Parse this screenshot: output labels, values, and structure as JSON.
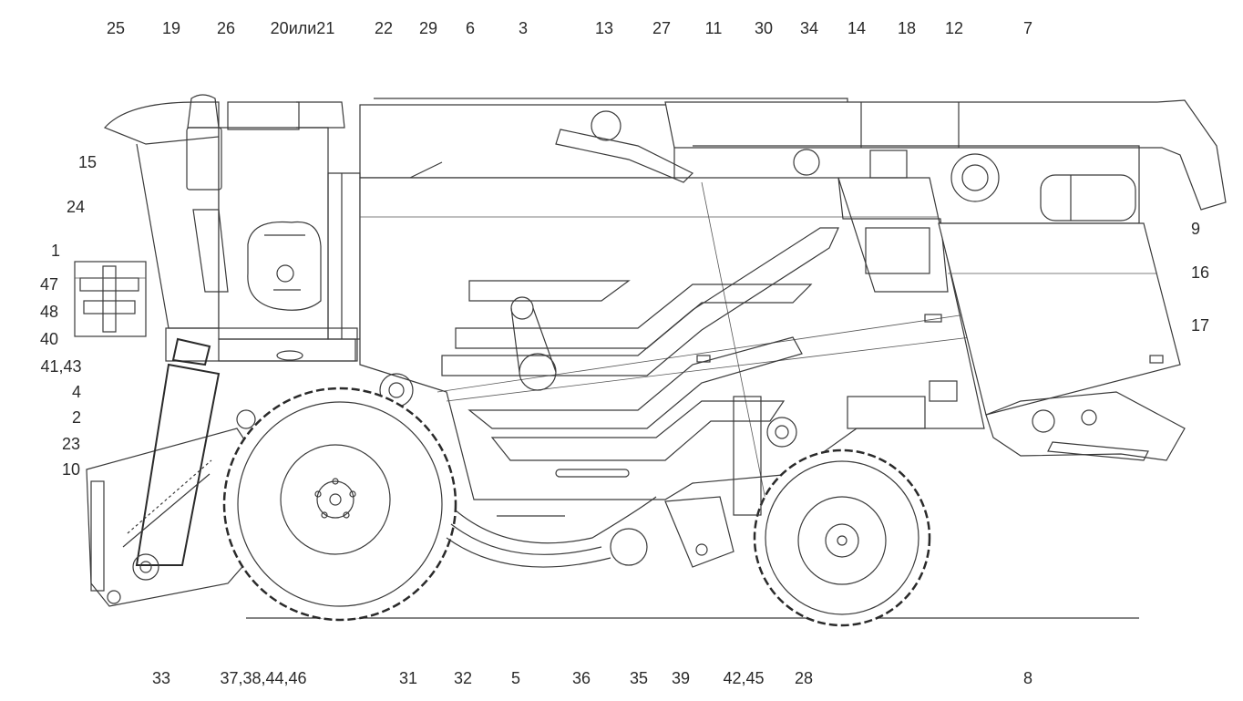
{
  "callouts_top": [
    "25",
    "19",
    "26",
    "20или21",
    "22",
    "29",
    "6",
    "3",
    "13",
    "27",
    "11",
    "30",
    "34",
    "14",
    "18",
    "12",
    "7"
  ],
  "callouts_left": [
    "15",
    "24",
    "1",
    "47",
    "48",
    "40",
    "41,43",
    "4",
    "2",
    "23",
    "10"
  ],
  "callouts_right": [
    "9",
    "16",
    "17"
  ],
  "callouts_bottom": [
    "33",
    "37,38,44,46",
    "31",
    "32",
    "5",
    "36",
    "35",
    "39",
    "42,45",
    "28",
    "8"
  ],
  "colors": {
    "line": "#3a3a3a",
    "label": "#2a2a2a",
    "background": "#ffffff"
  }
}
